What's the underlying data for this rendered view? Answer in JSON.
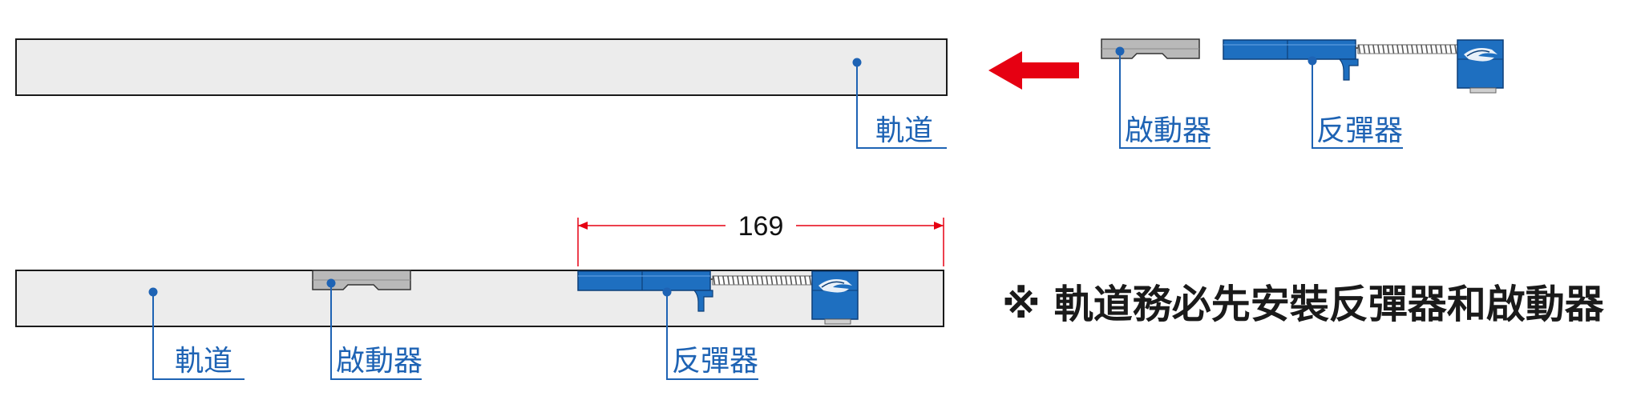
{
  "colors": {
    "rail_fill": "#ececec",
    "rail_stroke": "#1a1a1a",
    "activator_fill": "#b9b9b9",
    "rebounder_blue": "#1e6fc0",
    "rebounder_dark": "#0d3f78",
    "callout_blue": "#1e63b4",
    "arrow_red": "#e60012",
    "dimension_red": "#e60012"
  },
  "icons": {
    "direction_arrow": "left-arrow-icon"
  },
  "top_assembly": {
    "rail_label": "軌道",
    "activator_label": "啟動器",
    "rebounder_label": "反彈器"
  },
  "bottom_assembly": {
    "rail_label": "軌道",
    "activator_label": "啟動器",
    "rebounder_label": "反彈器",
    "dimension_value": "169"
  },
  "note": "※ 軌道務必先安裝反彈器和啟動器"
}
